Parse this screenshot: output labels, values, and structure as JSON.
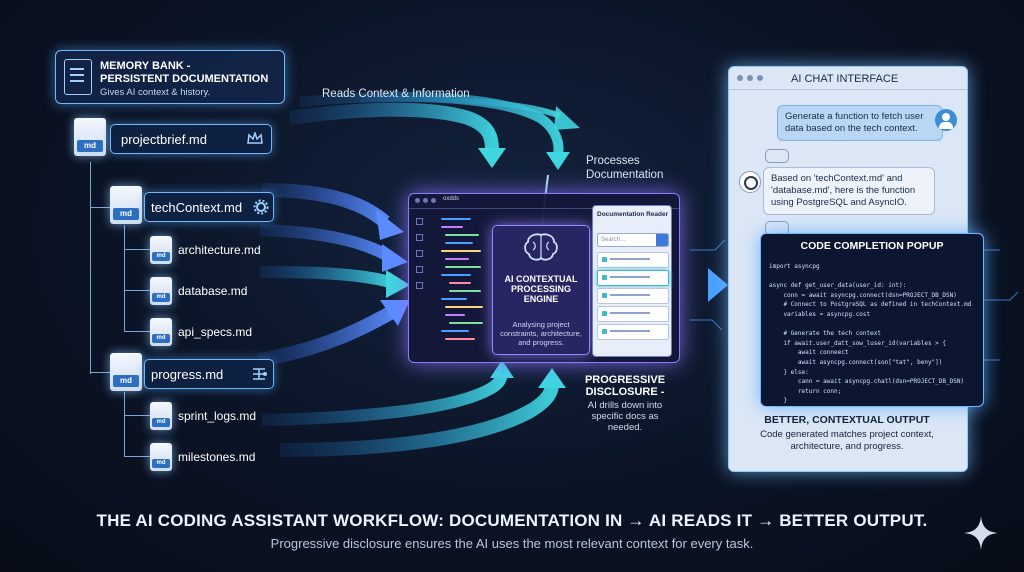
{
  "memory_bank": {
    "title": "MEMORY BANK -\nPERSISTENT DOCUMENTATION",
    "subtitle": "Gives AI context & history."
  },
  "files": {
    "projectbrief": "projectbrief.md",
    "techcontext": "techContext.md",
    "architecture": "architecture.md",
    "database": "database.md",
    "api_specs": "api_specs.md",
    "progress": "progress.md",
    "sprint_logs": "sprint_logs.md",
    "milestones": "milestones.md",
    "icon_badge": "md"
  },
  "flow_labels": {
    "reads": "Reads Context & Information",
    "processes": "Processes\nDocumentation"
  },
  "editor": {
    "tab": "oxdds",
    "engine_title": "AI CONTEXTUAL\nPROCESSING\nENGINE",
    "engine_sub": "Analysing project\nconstraints, architecture,\nand progress.",
    "reader_title": "Documentation Reader",
    "search_placeholder": "Search..."
  },
  "progressive": {
    "title": "PROGRESSIVE\nDISCLOSURE -",
    "sub": "AI drills down into\nspecific docs as\nneeded."
  },
  "chat": {
    "title": "AI CHAT INTERFACE",
    "user_message": "Generate a function to fetch user\ndata based on the tech context.",
    "ai_message": "Based on 'techContext.md' and\n'database.md', here is the function\nusing PostgreSQL and AsyncIO."
  },
  "popup": {
    "title": "CODE COMPLETION POPUP",
    "code": "import asyncpg\n\nasync def get_user_data(user_id: int):\n    conn = await asyncpg.connect(dsn=PROJECT_DB_DSN)\n    # Connect to PostgreSQL as defined in techContext.md\n    variables = asyncpg.cost\n\n    # Generate the tech context\n    if await.user_datt_sow_luser_id(variables > {\n        await conneect\n        await asyncpg.connect(son[\"tat\", beny\"])\n    } else:\n        cann = await asyncpg.chatl(dsn=PROJECT_DB_DSN)\n        return conn;\n    }"
  },
  "output": {
    "title": "BETTER, CONTEXTUAL OUTPUT",
    "sub": "Code generated matches project context,\narchitecture, and progress."
  },
  "footer": {
    "title": "THE AI CODING ASSISTANT WORKFLOW: DOCUMENTATION IN → AI READS IT → BETTER OUTPUT.",
    "sub": "Progressive disclosure ensures the AI uses the most relevant context for every task."
  },
  "colors": {
    "accent_blue": "#6fb8ff",
    "accent_cyan": "#3fd6e0",
    "accent_purple": "#8b7cff",
    "background": "#0a1020"
  },
  "icons": [
    "document-icon",
    "crown-icon",
    "gear-icon",
    "hierarchy-icon",
    "brain-icon",
    "chat-bubble-icon",
    "user-avatar-icon",
    "ai-logo-icon",
    "sparkle-icon"
  ]
}
